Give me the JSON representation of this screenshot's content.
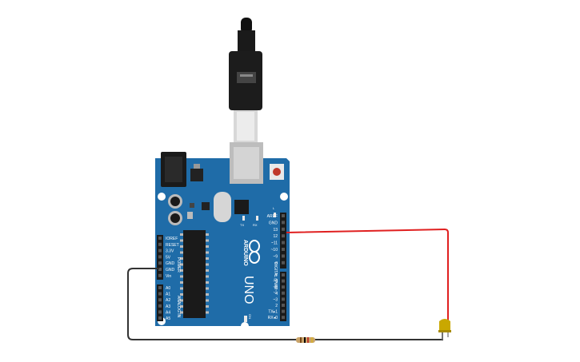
{
  "board": {
    "name": "UNO",
    "brand": "ARDUINO",
    "digital_label": "DIGITAL (PWM~)",
    "analog_label": "ANALOG IN",
    "power_label": "POWER",
    "on_label": "ON",
    "tx_label": "TX",
    "rx_label": "RX",
    "l_label": "L",
    "power_pins": [
      "IOREF",
      "RESET",
      "3.3V",
      "5V",
      "GND",
      "GND",
      "Vin"
    ],
    "analog_pins": [
      "A0",
      "A1",
      "A2",
      "A3",
      "A4",
      "A5"
    ],
    "top_digital_pins": [
      "AREF",
      "GND",
      "13",
      "12",
      "~11",
      "~10",
      "~9",
      "8"
    ],
    "bottom_digital_pins": [
      "7",
      "~6",
      "~5",
      "4",
      "~3",
      "2",
      "TX▸1",
      "RX◂0"
    ]
  },
  "colors": {
    "board_blue": "#1f6ca8",
    "wire_red": "#e02020",
    "wire_black": "#333333",
    "led_yellow": "#c9a800"
  },
  "components": {
    "usb_cable": "usb-cable",
    "resistor": "resistor",
    "led": "led"
  }
}
